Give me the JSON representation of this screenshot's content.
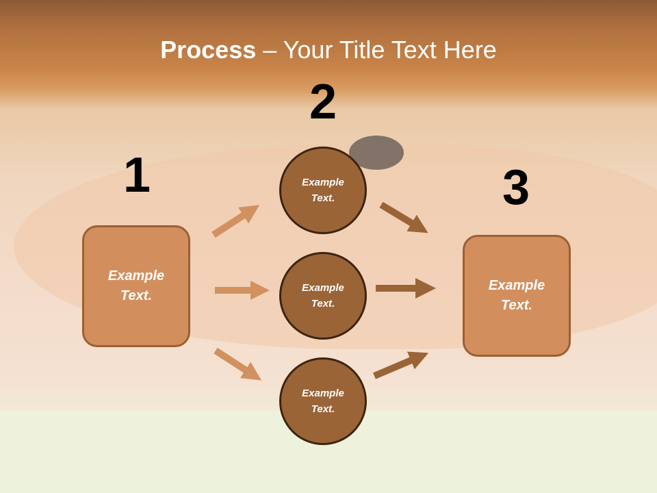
{
  "title": {
    "bold": "Process",
    "rest": " – Your Title Text Here"
  },
  "steps": {
    "one": "1",
    "two": "2",
    "three": "3"
  },
  "left_box": "Example\nText.",
  "circles": [
    "Example\nText.",
    "Example\nText.",
    "Example\nText."
  ],
  "right_box": "Example\nText.",
  "colors": {
    "light_arrow": "#d29160",
    "dark_arrow": "#9a6437",
    "box": "#d28f5d",
    "circle": "#9a6437"
  }
}
